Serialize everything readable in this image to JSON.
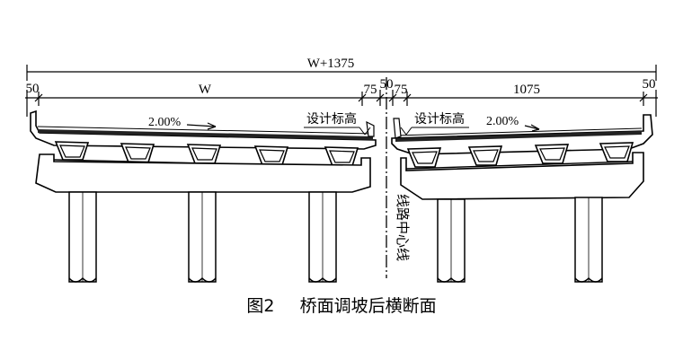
{
  "dimensions": {
    "total": "W+1375",
    "left_edge": "50",
    "left_width": "W",
    "left_gap": "75",
    "center_gap": "50",
    "right_gap": "75",
    "right_width": "1075",
    "right_edge": "50"
  },
  "labels": {
    "design_elev_left": "设计标高",
    "design_elev_right": "设计标高",
    "slope_left": "2.00%",
    "slope_right": "2.00%",
    "centerline": "线路中心线"
  },
  "caption": {
    "figure_number": "图2",
    "title": "桥面调坡后横断面"
  }
}
